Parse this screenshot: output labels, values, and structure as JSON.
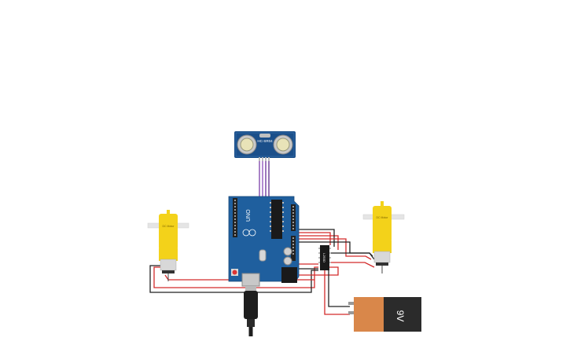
{
  "circuit": {
    "sensor": {
      "label": "HC-SR04"
    },
    "arduino": {
      "logo_text": "UNO"
    },
    "motor_left": {
      "label": "DC Motor"
    },
    "motor_right": {
      "label": "DC Motor"
    },
    "driver": {
      "label": "L293D"
    },
    "battery": {
      "label": "9V"
    }
  },
  "colors": {
    "board_blue": "#1f5f9e",
    "sensor_blue": "#1b4f8a",
    "motor_yellow": "#f3d21a",
    "wire_red": "#d32b2b",
    "wire_black": "#222222",
    "wire_purple": "#7b3fa8",
    "battery_orange": "#d9874a",
    "battery_black": "#2b2b2b"
  }
}
